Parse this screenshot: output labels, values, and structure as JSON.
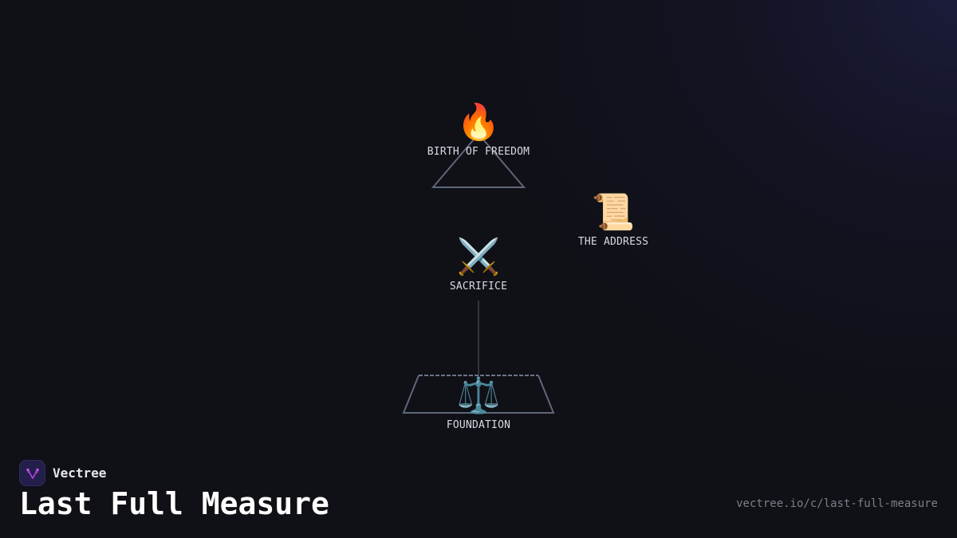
{
  "diagram": {
    "nodes": [
      {
        "id": "birth",
        "icon": "🔥",
        "icon_name": "fire-icon",
        "label": "BIRTH OF FREEDOM",
        "shape": "triangle"
      },
      {
        "id": "address",
        "icon": "📜",
        "icon_name": "scroll-icon",
        "label": "THE ADDRESS",
        "shape": "none"
      },
      {
        "id": "sacrifice",
        "icon": "⚔️",
        "icon_name": "crossed-swords-icon",
        "label": "SACRIFICE",
        "shape": "none"
      },
      {
        "id": "foundation",
        "icon": "⚖️",
        "icon_name": "scales-icon",
        "label": "FOUNDATION",
        "shape": "trapezoid"
      }
    ],
    "edges": [
      {
        "from": "sacrifice",
        "to": "foundation"
      }
    ],
    "colors": {
      "background": "#101017",
      "shape_stroke": "#5d6778",
      "edge_stroke": "#3a4250",
      "label_text": "#d7dbe3"
    }
  },
  "branding": {
    "logo_icon": "vectree-logo-icon",
    "name": "Vectree",
    "logo_bg": "#221f4b",
    "logo_accent": "#a63fd6"
  },
  "footer": {
    "title": "Last Full Measure",
    "url": "vectree.io/c/last-full-measure"
  }
}
